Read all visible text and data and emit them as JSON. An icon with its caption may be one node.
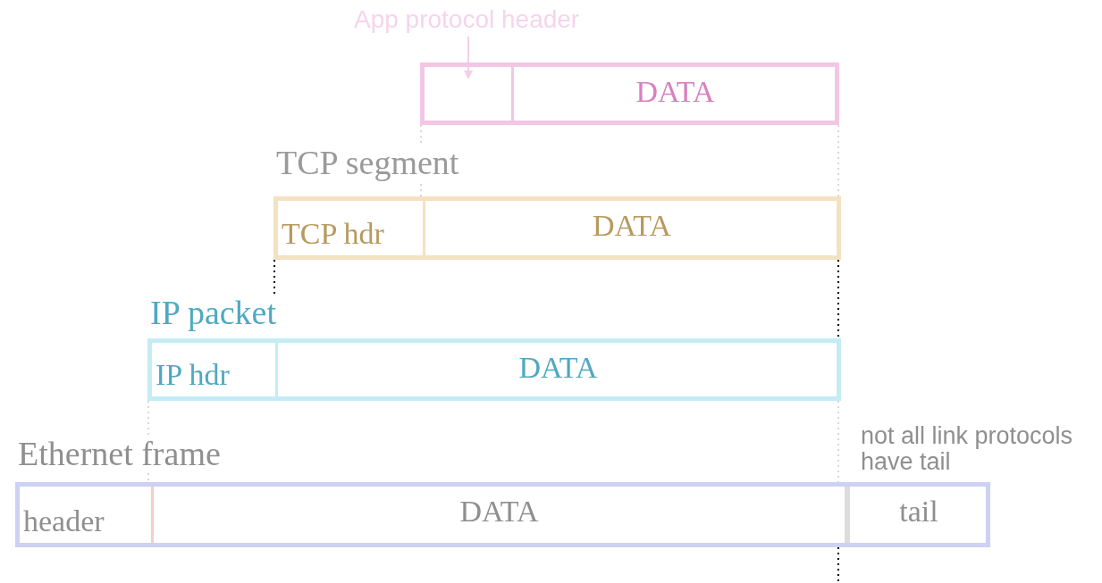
{
  "diagram": {
    "nodes": [
      {
        "text": [
          "App protocol header"
        ]
      },
      {
        "text": [],
        "shape": "box"
      },
      {
        "text": [],
        "shape": "box",
        "in": 1
      },
      {
        "text": [
          "DATA"
        ],
        "in": 1
      },
      {
        "text": [
          "TCP segment"
        ]
      },
      {
        "text": [
          "TCP hdr"
        ],
        "in": 4
      },
      {
        "text": [
          "DATA"
        ],
        "in": 4
      },
      {
        "text": [
          "IP packet"
        ]
      },
      {
        "text": [
          "IP hdr"
        ],
        "in": 7
      },
      {
        "text": [
          "DATA"
        ],
        "in": 7
      },
      {
        "text": [
          "Ethernet frame"
        ]
      },
      {
        "text": [
          "header"
        ],
        "in": 10
      },
      {
        "text": [
          "DATA"
        ],
        "in": 10
      },
      {
        "text": [
          "tail"
        ],
        "in": 10
      }
    ],
    "edges": [
      {
        "from": 0,
        "to": 2,
        "arrow": "to"
      }
    ],
    "labels": [
      "not all link protocols have tail"
    ]
  }
}
